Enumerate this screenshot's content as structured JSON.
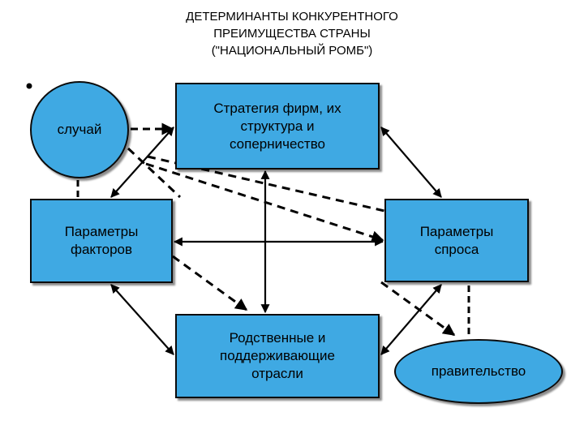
{
  "title": {
    "line1": "ДЕТЕРМИНАНТЫ КОНКУРЕНТНОГО",
    "line2": "ПРЕИМУЩЕСТВА СТРАНЫ",
    "line3": "(\"НАЦИОНАЛЬНЫЙ РОМБ\")"
  },
  "nodes": {
    "strategy": "Стратегия фирм, их\nструктура и\nсоперничество",
    "factors": "Параметры\nфакторов",
    "demand": "Параметры\nспроса",
    "related": "Родственные и\nподдерживающие\nотрасли",
    "chance": "случай",
    "government": "правительство"
  },
  "colors": {
    "node_fill": "#3fa9e3",
    "border": "#0b0b0b",
    "arrow": "#000000"
  }
}
